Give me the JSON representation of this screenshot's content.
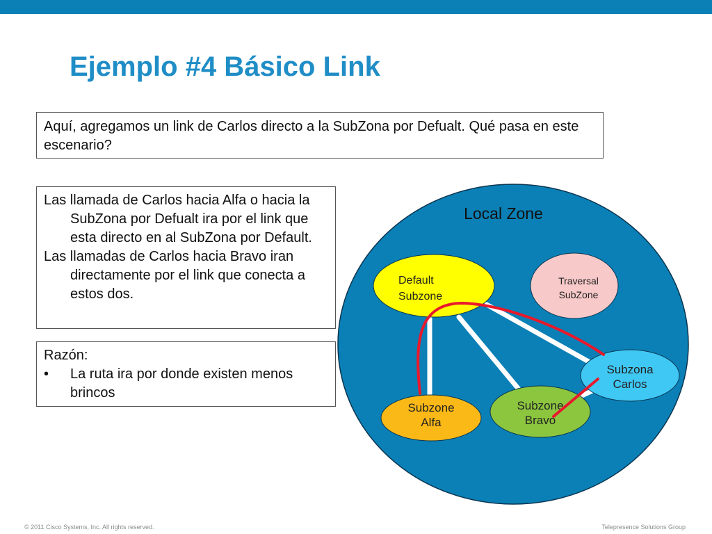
{
  "slide": {
    "title": "Ejemplo #4 Básico Link",
    "intro": "Aquí, agregamos un link de Carlos directo a la SubZona por Defualt. Qué pasa en este escenario?",
    "explanation": [
      "Las llamada de Carlos hacia Alfa o hacia la SubZona por Defualt ira por el link que esta directo en al SubZona por Default.",
      "Las llamadas de Carlos hacia Bravo iran directamente por el link que conecta a estos dos."
    ],
    "reason": {
      "label": "Razón:",
      "bullet": "•",
      "item": "La ruta ira por donde existen menos brincos"
    }
  },
  "diagram": {
    "zone_label": "Local Zone",
    "nodes": {
      "default": [
        "Default",
        "Subzone"
      ],
      "traversal": [
        "Traversal",
        "SubZone"
      ],
      "carlos": [
        "Subzona",
        "Carlos"
      ],
      "bravo": [
        "Subzone",
        "Bravo"
      ],
      "alfa": [
        "Subzone",
        "Alfa"
      ]
    },
    "colors": {
      "zone": "#0a80b6",
      "default": "#ffff00",
      "traversal": "#f7c9c9",
      "carlos": "#3fc8f4",
      "bravo": "#8cc63f",
      "alfa": "#fbb917",
      "links": "#ffffff",
      "call_path": "#e8192c"
    }
  },
  "footer": {
    "copyright": "© 2011 Cisco Systems, Inc. All rights reserved.",
    "group": "Telepresence Solutions Group"
  }
}
